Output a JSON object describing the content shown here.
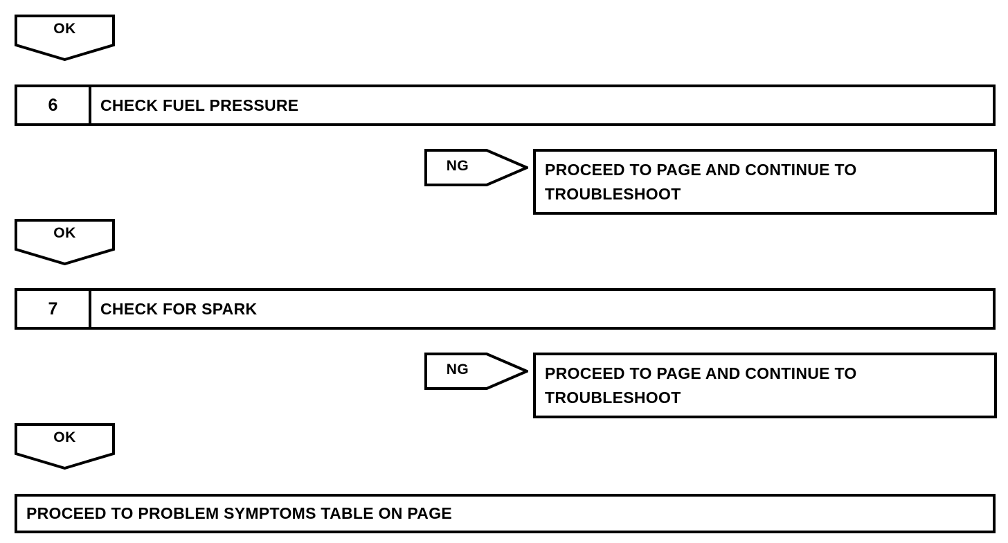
{
  "diagram": {
    "type": "troubleshooting-flowchart",
    "branch_labels": {
      "ok": "OK",
      "ng": "NG"
    },
    "colors": {
      "line": "#000000",
      "background": "#ffffff",
      "text": "#000000"
    },
    "nodes": [
      {
        "kind": "ok-arrow",
        "name": "ok-arrow-top",
        "label": "OK"
      },
      {
        "kind": "step",
        "name": "step-6",
        "number": "6",
        "title": "CHECK FUEL PRESSURE"
      },
      {
        "kind": "ng-branch",
        "name": "ng-branch-6",
        "label": "NG",
        "target_lines": [
          "PROCEED TO PAGE AND CONTINUE TO",
          "TROUBLESHOOT"
        ]
      },
      {
        "kind": "ok-arrow",
        "name": "ok-arrow-middle",
        "label": "OK"
      },
      {
        "kind": "step",
        "name": "step-7",
        "number": "7",
        "title": "CHECK FOR SPARK"
      },
      {
        "kind": "ng-branch",
        "name": "ng-branch-7",
        "label": "NG",
        "target_lines": [
          "PROCEED TO PAGE AND CONTINUE TO",
          "TROUBLESHOOT"
        ]
      },
      {
        "kind": "ok-arrow",
        "name": "ok-arrow-bottom",
        "label": "OK"
      },
      {
        "kind": "terminal",
        "name": "final-result",
        "text": "PROCEED TO PROBLEM SYMPTOMS TABLE ON PAGE"
      }
    ]
  }
}
